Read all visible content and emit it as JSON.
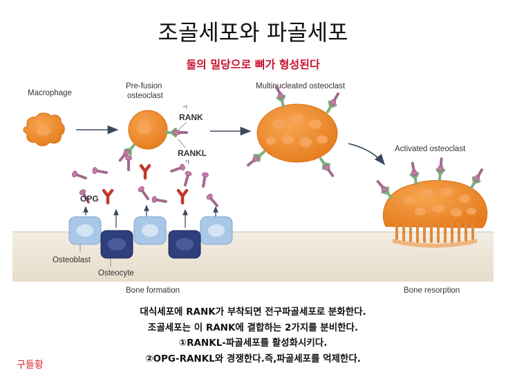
{
  "title": "조골세포와 파골세포",
  "subtitle": "둘의 밀당으로 뼈가 형성된다",
  "diagram": {
    "labels": {
      "macrophage": "Macrophage",
      "prefusion_line1": "Pre-fusion",
      "prefusion_line2": "osteoclast",
      "multinucleated": "Multinucleated osteoclast",
      "activated": "Activated osteoclast",
      "rank": "RANK",
      "rank_mark": "*†",
      "rankl": "RANKL",
      "rankl_mark": "*‡",
      "opg": "OPG",
      "osteoblast": "Osteoblast",
      "osteocyte": "Osteocyte",
      "bone_formation": "Bone formation",
      "bone_resorption": "Bone resorption"
    },
    "colors": {
      "osteoclast_orange": "#f08c2e",
      "nucleus_orange": "#f6a45a",
      "rankl_pink": "#c87aa8",
      "rank_green": "#8ab88a",
      "opg_red": "#c0392b",
      "osteoblast_blue": "#a9c8e8",
      "osteocyte_navy": "#2e3f7e",
      "bone_beige": "#ede5d6"
    }
  },
  "caption": {
    "line1": "대식세포에 RANK가 부착되면 전구파골세포로 분화한다.",
    "line2": "조골세포는 이 RANK에 결합하는 2가지를 분비한다.",
    "line3": "①RANKL-파골세포를 활성화시키다.",
    "line4": "②OPG-RANKL와 경쟁한다.즉,파골세포를 억제한다."
  },
  "author": "구들황"
}
